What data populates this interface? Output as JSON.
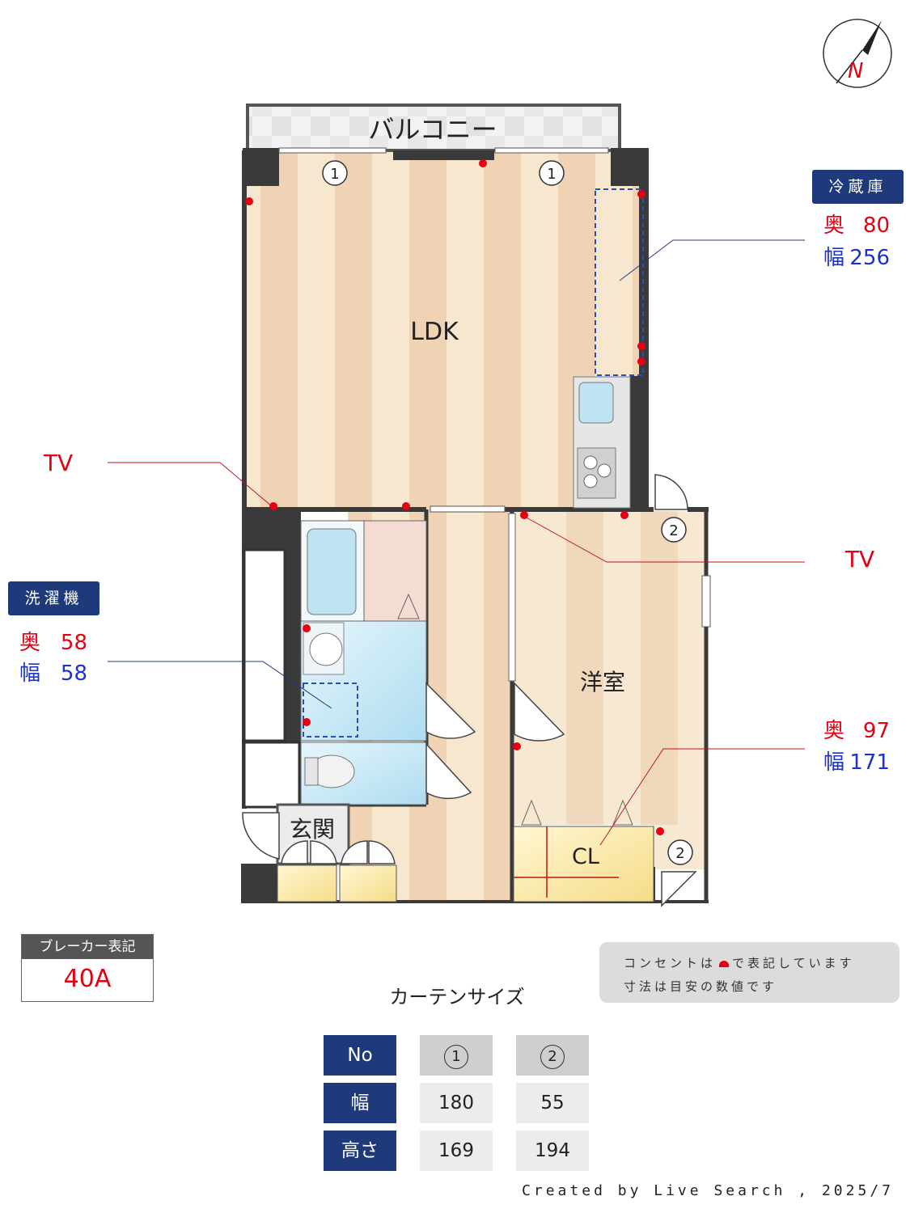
{
  "rooms": {
    "balcony": "バルコニー",
    "ldk": "LDK",
    "western": "洋室",
    "closet": "CL",
    "entrance": "玄関"
  },
  "window_markers": [
    "1",
    "1",
    "2",
    "2"
  ],
  "tv_labels": [
    "TV",
    "TV"
  ],
  "fridge": {
    "badge": "冷蔵庫",
    "depth_label": "奥",
    "depth": "80",
    "width_label": "幅",
    "width": "256"
  },
  "washer": {
    "badge": "洗濯機",
    "depth_label": "奥",
    "depth": "58",
    "width_label": "幅",
    "width": "58"
  },
  "closet_size": {
    "depth_label": "奥",
    "depth": "97",
    "width_label": "幅",
    "width": "171"
  },
  "breaker": {
    "title": "ブレーカー表記",
    "value": "40A"
  },
  "note": {
    "line1_a": "コンセントは",
    "line1_b": "で表記しています",
    "line2": "寸法は目安の数値です"
  },
  "curtain": {
    "title": "カーテンサイズ",
    "header": [
      "No",
      "1",
      "2"
    ],
    "rows": [
      {
        "label": "幅",
        "values": [
          "180",
          "55"
        ]
      },
      {
        "label": "高さ",
        "values": [
          "169",
          "194"
        ]
      }
    ]
  },
  "compass": {
    "letter": "N"
  },
  "credit": "Created by Live Search , 2025/7",
  "colors": {
    "navy": "#1f3a7a",
    "red": "#e60012",
    "blue": "#1a33cc",
    "wall": "#3a3a3a",
    "floor_light": "#f7e7cf",
    "floor_dark": "#efd3b4",
    "wet": "#bfe3f2"
  }
}
